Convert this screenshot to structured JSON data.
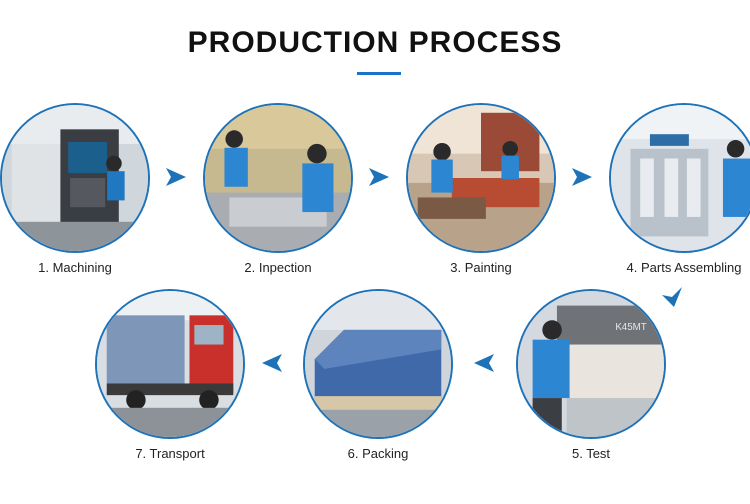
{
  "title": "PRODUCTION PROCESS",
  "accent_color": "#1e72b8",
  "steps": [
    {
      "label": "1. Machining",
      "icon": "cnc-machine-photo"
    },
    {
      "label": "2. Inpection",
      "icon": "inspection-photo"
    },
    {
      "label": "3. Painting",
      "icon": "painting-photo"
    },
    {
      "label": "4. Parts Assembling",
      "icon": "assembly-photo"
    },
    {
      "label": "5. Test",
      "icon": "router-test-photo"
    },
    {
      "label": "6. Packing",
      "icon": "wrapped-machine-photo"
    },
    {
      "label": "7. Transport",
      "icon": "truck-photo"
    }
  ]
}
